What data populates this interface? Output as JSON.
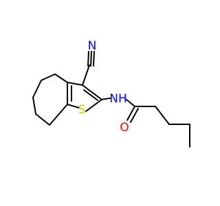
{
  "structure": {
    "atoms": {
      "nitrile_n": {
        "text": "N",
        "color": "#0000ff"
      },
      "amide_nh": {
        "text": "NH",
        "color": "#0000ff"
      },
      "ring_s": {
        "text": "S",
        "color": "#cccc00"
      },
      "carbonyl_o": {
        "text": "O",
        "color": "#ff0000"
      }
    }
  }
}
